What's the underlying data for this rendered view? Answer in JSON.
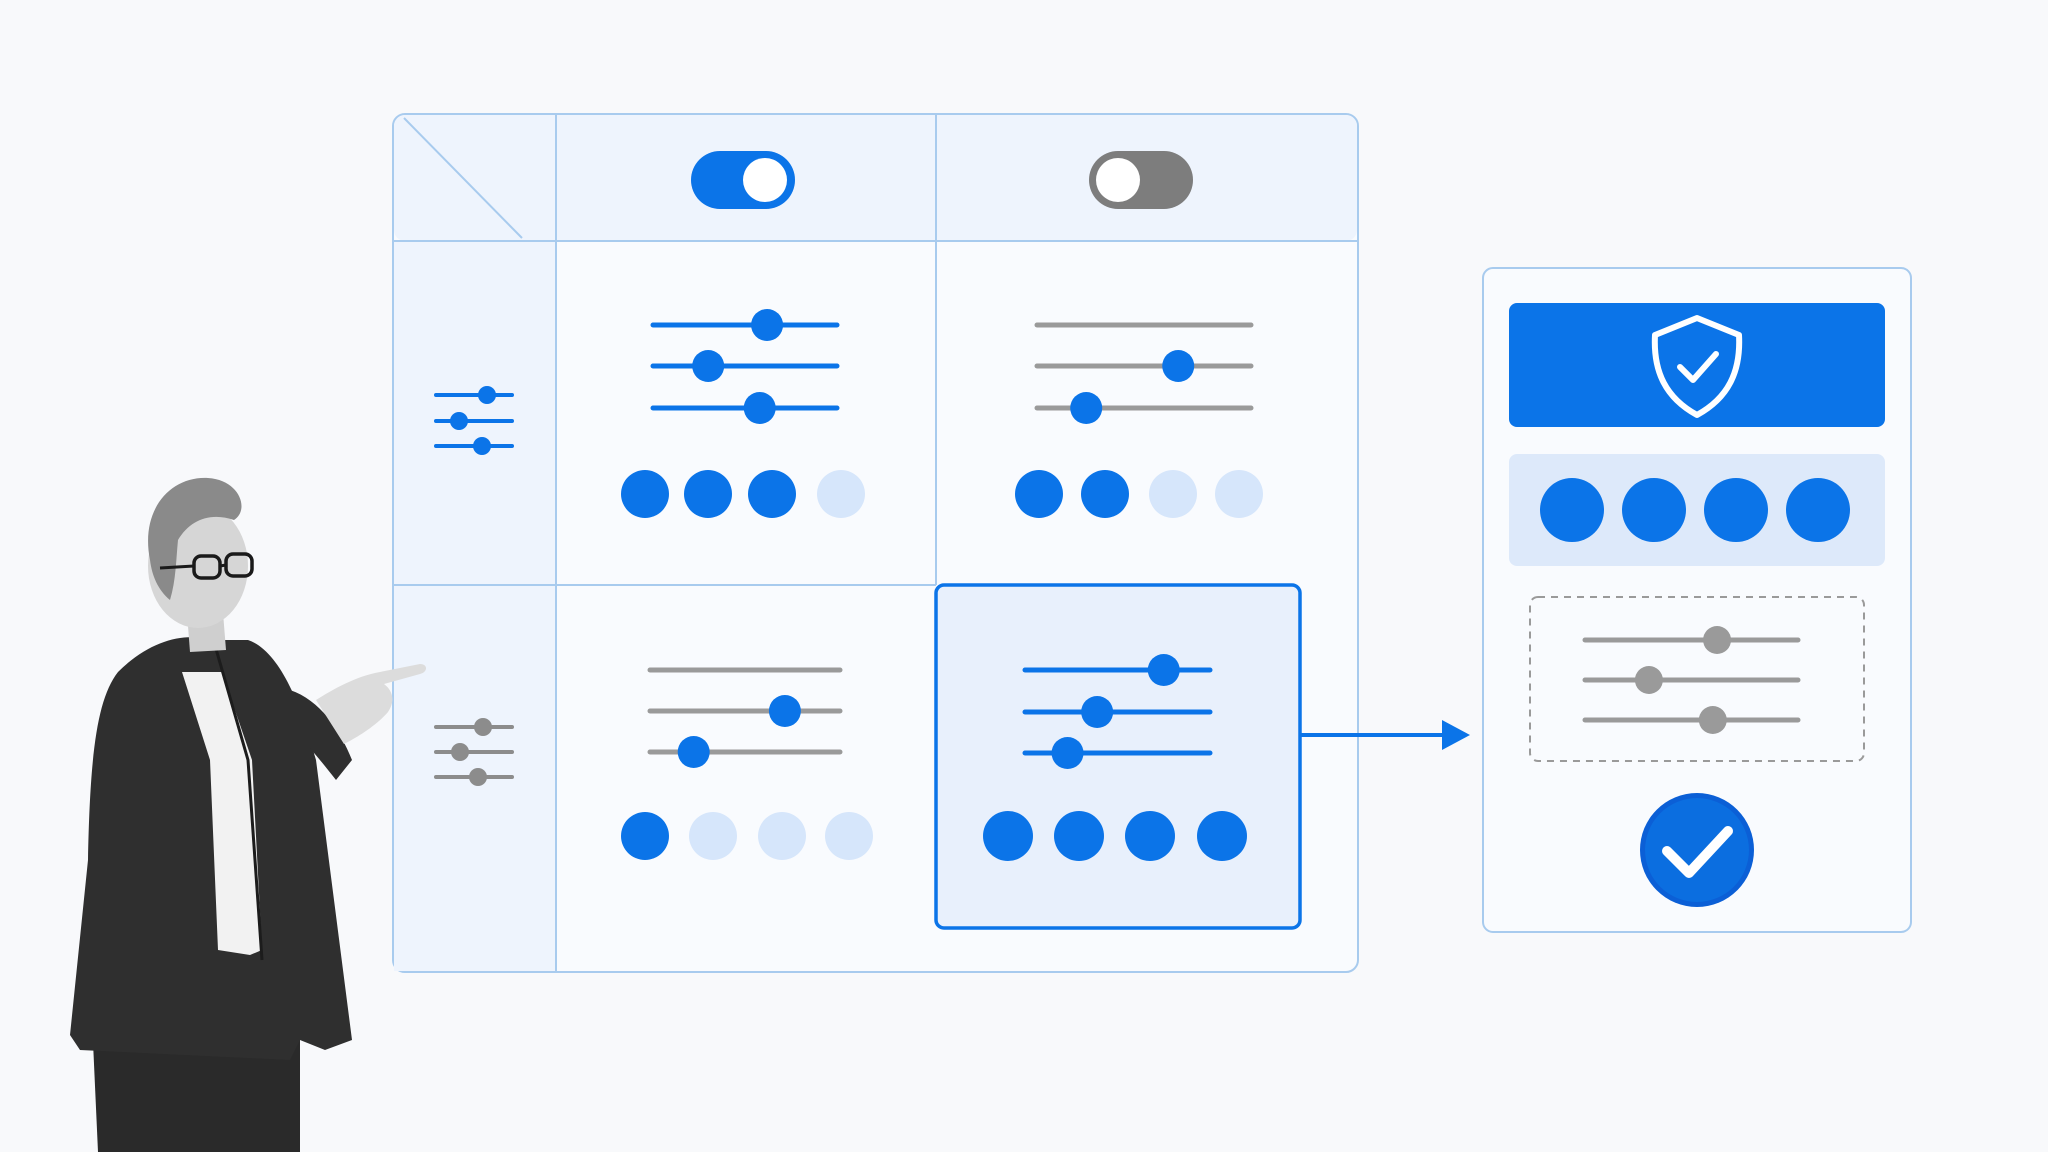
{
  "colors": {
    "background": "#f8f9fb",
    "accent": "#0b74e8",
    "accent_light": "#d6e6fb",
    "grid_line": "#a8cbee",
    "header_fill": "#eef4fd",
    "muted": "#9a9a9a",
    "selected_fill": "#e8f0fc",
    "presenter_jacket": "#2f2f2f"
  },
  "matrix": {
    "columns": [
      {
        "toggle_state": "on"
      },
      {
        "toggle_state": "off"
      }
    ],
    "rows": [
      {
        "row_icon": "sliders-icon",
        "row_icon_active": true
      },
      {
        "row_icon": "sliders-icon",
        "row_icon_active": false
      }
    ],
    "cells": [
      {
        "row": 0,
        "col": 0,
        "active": true,
        "selected": false,
        "slider_levels": [
          0.62,
          0.3,
          0.58
        ],
        "dots_filled": 3,
        "dots_total": 4
      },
      {
        "row": 0,
        "col": 1,
        "active": false,
        "selected": false,
        "slider_levels": null,
        "slider_levels_muted": [
          0.66,
          0.23
        ],
        "muted_line_top": true,
        "dots_filled": 2,
        "dots_total": 4
      },
      {
        "row": 1,
        "col": 0,
        "active": false,
        "selected": false,
        "slider_levels_muted": [
          0.71,
          0.23
        ],
        "muted_line_top": true,
        "dots_filled": 1,
        "dots_total": 4
      },
      {
        "row": 1,
        "col": 1,
        "active": true,
        "selected": true,
        "slider_levels": [
          0.75,
          0.39,
          0.23
        ],
        "dots_filled": 4,
        "dots_total": 4
      }
    ]
  },
  "result_panel": {
    "header_icon": "shield-check-icon",
    "dots_filled": 4,
    "dots_total": 4,
    "settings_slider_levels": [
      0.62,
      0.3,
      0.6
    ],
    "confirm_icon": "check-circle-icon"
  },
  "connector": {
    "icon": "arrow-right-icon"
  },
  "presenter": {
    "icon": "presenter-figure"
  }
}
